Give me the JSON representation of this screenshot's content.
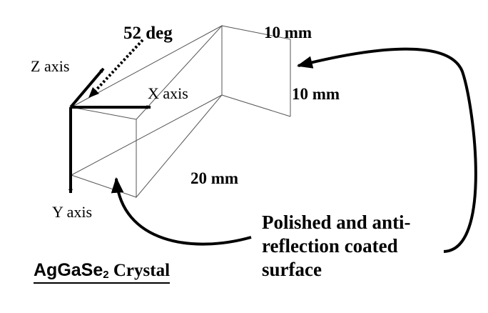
{
  "angle_label": "52 deg",
  "axes": {
    "z": "Z axis",
    "x": "X axis",
    "y": "Y axis"
  },
  "dimensions": {
    "width": "10 mm",
    "height": "10 mm",
    "length": "20 mm"
  },
  "crystal": {
    "formula_main": "AgGaSe",
    "formula_subscript": "2",
    "word": "Crystal"
  },
  "surface_note": {
    "line1": "Polished and anti-",
    "line2": "reflection coated",
    "line3": "surface"
  }
}
